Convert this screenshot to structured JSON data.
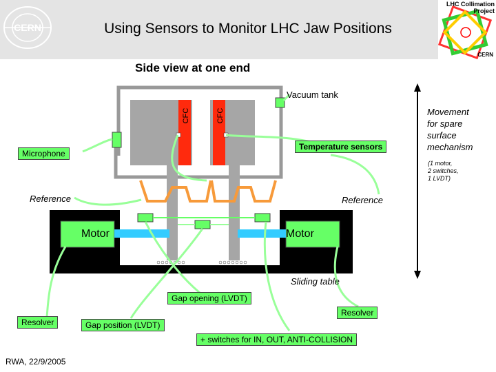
{
  "header": {
    "title": "Using Sensors to Monitor LHC Jaw Positions",
    "cern_logo_text": "CERN",
    "lhc_logo_line1": "LHC Collimation",
    "lhc_logo_line2": "Project",
    "lhc_logo_bottom": "CERN"
  },
  "subtitle": "Side view at one end",
  "labels": {
    "vacuum_tank": "Vacuum tank",
    "cfc_left": "CFC",
    "cfc_right": "CFC",
    "microphone": "Microphone",
    "temperature_sensors": "Temperature sensors",
    "reference_left": "Reference",
    "reference_right": "Reference",
    "motor_left": "Motor",
    "motor_right": "Motor",
    "sliding_table": "Sliding table",
    "gap_opening": "Gap opening (LVDT)",
    "resolver_left": "Resolver",
    "resolver_right": "Resolver",
    "gap_position": "Gap position (LVDT)",
    "switches": "+ switches for IN, OUT, ANTI-COLLISION",
    "movement_line1": "Movement",
    "movement_line2": "for spare",
    "movement_line3": "surface",
    "movement_line4": "mechanism",
    "movement_sub1": "(1 motor,",
    "movement_sub2": "2 switches,",
    "movement_sub3": "1 LVDT)"
  },
  "footer": "RWA, 22/9/2005",
  "colors": {
    "tank_gray": "#999999",
    "jaw_gray": "#a6a6a6",
    "cfc_red": "#ff2a0d",
    "support_orange": "#f79a3a",
    "sensor_green": "#66ff66",
    "motor_cyan": "#33ccff",
    "table_black": "#000000",
    "wire_green": "#99ff99"
  }
}
